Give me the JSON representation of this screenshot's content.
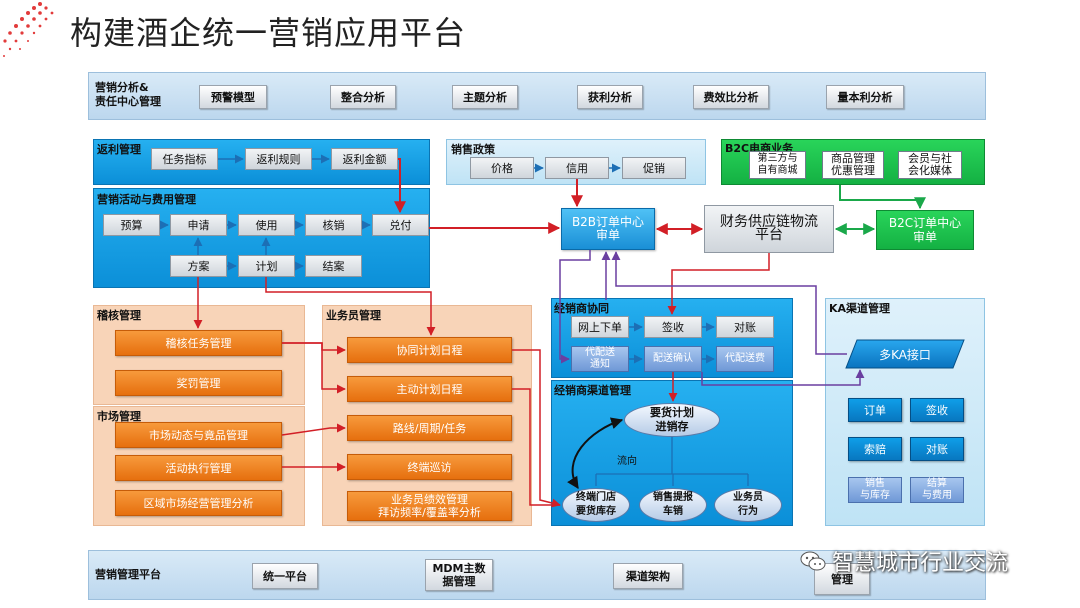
{
  "title": "构建酒企统一营销应用平台",
  "top_band": {
    "label": "营销分析&\n责任中心管理",
    "items": [
      "预警模型",
      "整合分析",
      "主题分析",
      "获利分析",
      "费效比分析",
      "量本利分析"
    ]
  },
  "rebate": {
    "title": "返利管理",
    "items": [
      "任务指标",
      "返利规则",
      "返利金额"
    ]
  },
  "sales_policy": {
    "title": "销售政策",
    "items": [
      "价格",
      "信用",
      "促销"
    ]
  },
  "b2c_business": {
    "title": "B2C电商业务",
    "items": [
      "第三方与\n自有商城",
      "商品管理\n优惠管理",
      "会员与社\n会化媒体"
    ]
  },
  "marketing_activity": {
    "title": "营销活动与费用管理",
    "row1": [
      "预算",
      "申请",
      "使用",
      "核销",
      "兑付"
    ],
    "row2": [
      "方案",
      "计划",
      "结案"
    ]
  },
  "center": {
    "b2b": "B2B订单中心\n审单",
    "finance": "财务供应链物流\n平台",
    "b2c": "B2C订单中心\n审单"
  },
  "audit": {
    "title": "稽核管理",
    "items": [
      "稽核任务管理",
      "奖罚管理"
    ]
  },
  "market": {
    "title": "市场管理",
    "items": [
      "市场动态与竟品管理",
      "活动执行管理",
      "区域市场经营管理分析"
    ]
  },
  "salesman": {
    "title": "业务员管理",
    "items": [
      "协同计划日程",
      "主动计划日程",
      "路线/周期/任务",
      "终端巡访",
      "业务员绩效管理\n拜访频率/覆盖率分析"
    ]
  },
  "dealer_collab": {
    "title": "经销商协同",
    "row1": [
      "网上下单",
      "签收",
      "对账"
    ],
    "row2": [
      "代配送\n通知",
      "配送确认",
      "代配送费"
    ]
  },
  "dealer_channel": {
    "title": "经销商渠道管理",
    "top": "要货计划\n进销存",
    "flow": "流向",
    "bottom": [
      "终端门店\n要货库存",
      "销售提报\n车销",
      "业务员\n行为"
    ]
  },
  "ka": {
    "title": "KA渠道管理",
    "interface": "多KA接口",
    "items": [
      "订单",
      "签收",
      "索赔",
      "对账",
      "销售\n与库存",
      "结算\n与费用"
    ]
  },
  "bottom_band": {
    "label": "营销管理平台",
    "items": [
      "统一平台",
      "MDM主数\n据管理",
      "渠道架构",
      "管理"
    ]
  },
  "watermark": "智慧城市行业交流",
  "colors": {
    "flow_red": "#d21f26",
    "flow_purple": "#6a3fa0",
    "flow_green": "#1aa84a",
    "panel_blue": "#0b8fd8",
    "panel_orange": "#e66f0e",
    "panel_green": "#14b143"
  }
}
